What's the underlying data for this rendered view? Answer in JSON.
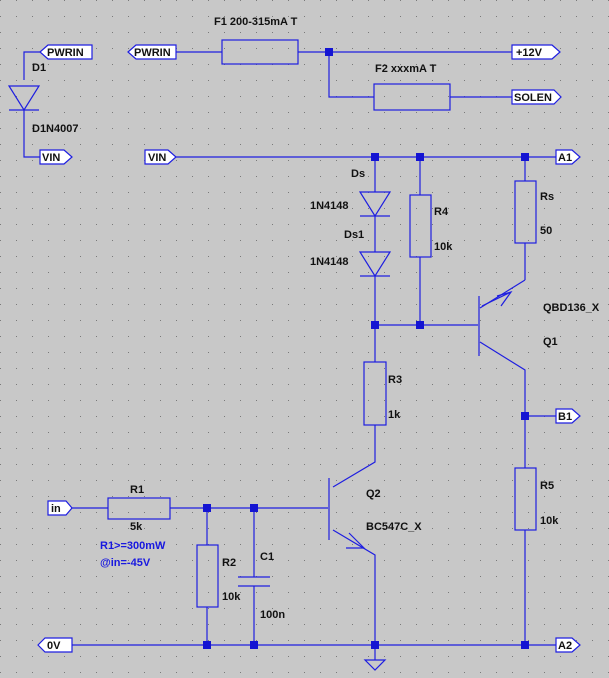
{
  "colors": {
    "background": "#c8c8c8",
    "wire": "#1e1ee0",
    "text": "#111111",
    "annotation": "#1818e0"
  },
  "nets": {
    "pwrin_left": "PWRIN",
    "pwrin_top": "PWRIN",
    "v12": "+12V",
    "solen": "SOLEN",
    "vin_left": "VIN",
    "vin_top": "VIN",
    "a1": "A1",
    "b1": "B1",
    "a2": "A2",
    "in": "in",
    "zero_v": "0V"
  },
  "components": {
    "d1": {
      "name": "D1",
      "value": "D1N4007"
    },
    "f1": {
      "label": "F1 200-315mA T"
    },
    "f2": {
      "label": "F2 xxxmA T"
    },
    "ds": {
      "name": "Ds",
      "value": "1N4148"
    },
    "ds1": {
      "name": "Ds1",
      "value": "1N4148"
    },
    "r4": {
      "name": "R4",
      "value": "10k"
    },
    "rs": {
      "name": "Rs",
      "value": "50"
    },
    "q1": {
      "name": "Q1",
      "value": "QBD136_X"
    },
    "r3": {
      "name": "R3",
      "value": "1k"
    },
    "q2": {
      "name": "Q2",
      "value": "BC547C_X"
    },
    "r1": {
      "name": "R1",
      "value": "5k"
    },
    "r2": {
      "name": "R2",
      "value": "10k"
    },
    "c1": {
      "name": "C1",
      "value": "100n"
    },
    "r5": {
      "name": "R5",
      "value": "10k"
    }
  },
  "notes": {
    "r1_power": "R1>=300mW",
    "r1_condition": "@in=-45V"
  }
}
